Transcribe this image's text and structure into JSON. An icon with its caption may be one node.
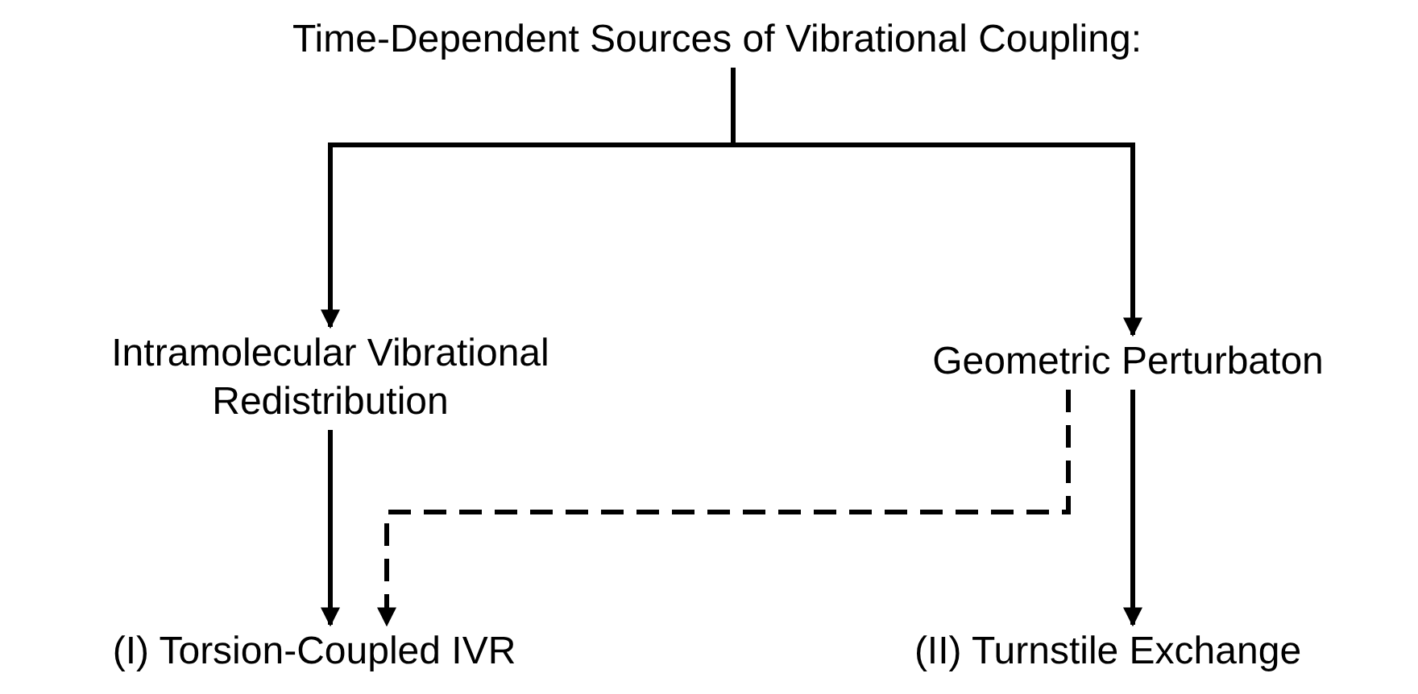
{
  "diagram": {
    "nodes": [
      {
        "text": [
          "Time-Dependent Sources of Vibrational Coupling:"
        ]
      },
      {
        "text": [
          "Intramolecular Vibrational Redistribution"
        ]
      },
      {
        "text": [
          "Geometric Perturbaton"
        ]
      },
      {
        "text": [
          "(I) Torsion-Coupled IVR"
        ]
      },
      {
        "text": [
          "(II) Turnstile Exchange"
        ]
      }
    ],
    "edges": [
      {
        "from": 0,
        "to": 1,
        "arrow": "to"
      },
      {
        "from": 0,
        "to": 2,
        "arrow": "to"
      },
      {
        "from": 1,
        "to": 3,
        "arrow": "to"
      },
      {
        "from": 2,
        "to": 3,
        "arrow": "to",
        "style": "dashed"
      },
      {
        "from": 2,
        "to": 4,
        "arrow": "to"
      }
    ]
  }
}
